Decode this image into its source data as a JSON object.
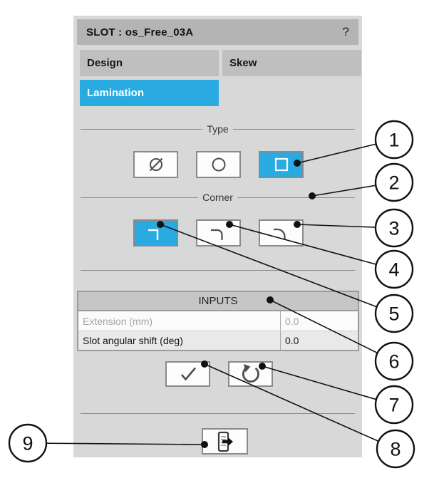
{
  "window": {
    "title": "SLOT : os_Free_03A",
    "help_label": "?"
  },
  "tabs": [
    {
      "label": "Design"
    },
    {
      "label": "Skew"
    }
  ],
  "lamination_item": {
    "label": "Lamination",
    "selected": true
  },
  "type_section": {
    "label": "Type",
    "options": [
      {
        "name": "none",
        "icon": "slashed-circle-icon",
        "selected": false
      },
      {
        "name": "round",
        "icon": "circle-icon",
        "selected": false
      },
      {
        "name": "square",
        "icon": "square-icon",
        "selected": true
      }
    ]
  },
  "corner_section": {
    "label": "Corner",
    "options": [
      {
        "name": "sharp-corner",
        "icon": "sharp-corner-icon",
        "selected": true
      },
      {
        "name": "small-radius-corner",
        "icon": "small-radius-corner-icon",
        "selected": false
      },
      {
        "name": "round-corner",
        "icon": "round-corner-icon",
        "selected": false
      }
    ]
  },
  "inputs_table": {
    "header": "INPUTS",
    "rows": [
      {
        "label": "Extension (mm)",
        "value": "0.0",
        "disabled": true
      },
      {
        "label": "Slot angular shift (deg)",
        "value": "0.0",
        "disabled": false
      }
    ]
  },
  "actions": {
    "confirm_icon": "check-icon",
    "reset_icon": "undo-icon",
    "export_icon": "export-icon"
  },
  "callouts": [
    {
      "label": "1"
    },
    {
      "label": "2"
    },
    {
      "label": "3"
    },
    {
      "label": "4"
    },
    {
      "label": "5"
    },
    {
      "label": "6"
    },
    {
      "label": "7"
    },
    {
      "label": "8"
    },
    {
      "label": "9"
    }
  ],
  "colors": {
    "accent": "#29abe2",
    "panel": "#d8d8d8",
    "titlebar": "#b4b4b4",
    "tab": "#bfbfbf"
  }
}
